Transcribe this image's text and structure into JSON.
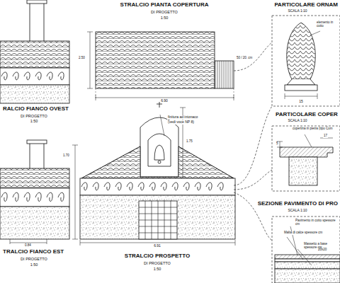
{
  "diagram": {
    "labels": [
      "RALCIO FIANCO OVEST",
      "DI PROGETTO",
      "1:50",
      "STRALCIO PIANTA COPERTURA",
      "DI PROGETTO",
      "1:50",
      "6.90",
      "50 / 20. cm",
      "2.50",
      "PARTICOLARE ORNAM",
      "SCALA 1:10",
      "elemento in cotto",
      "15",
      "PARTICOLARE COPER",
      "SCALA 1:10",
      "copertina in pietra (tipo Com",
      "5",
      "17",
      "SEZIONE PAVIMENTO DI PRO",
      "SCALA 1:10",
      "Pavimento in cotto spessore cm",
      "Malta di calce spessore cm",
      "Massetto a base spessore cm",
      "20x20",
      "finitura ad intonaco",
      "(vedi voce NP 8)",
      "1.75",
      "6.91",
      "STRALCIO PROSPETTO",
      "DI PROGETTO",
      "1:50",
      "TRALCIO FIANCO EST",
      "DI PROGETTO",
      "1:50",
      "0.84",
      "1.70"
    ]
  }
}
